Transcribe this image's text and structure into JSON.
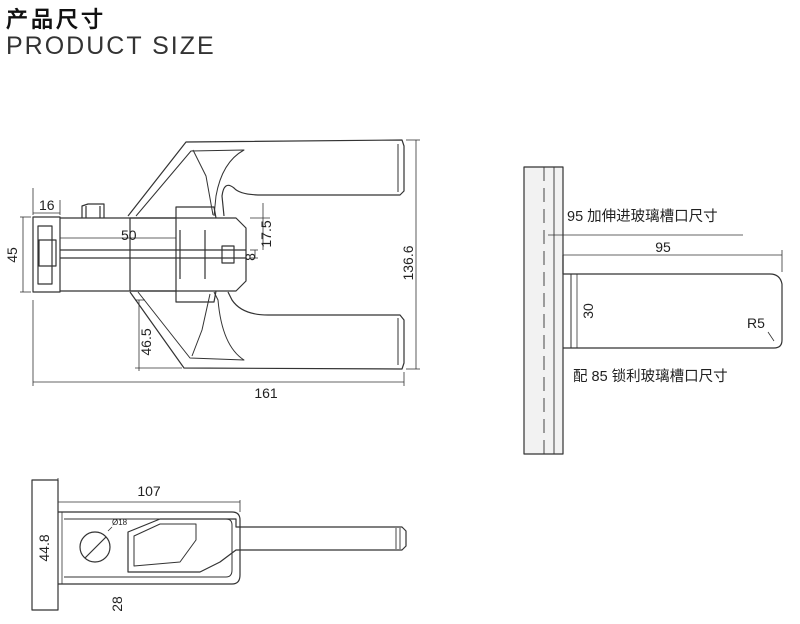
{
  "header": {
    "title_cn": "产品尺寸",
    "title_en": "PRODUCT SIZE"
  },
  "front_view": {
    "dim_16": "16",
    "dim_45": "45",
    "dim_50": "50",
    "dim_17_5": "17.5",
    "dim_8": "8",
    "dim_136_6": "136.6",
    "dim_46_5": "46.5",
    "dim_161": "161"
  },
  "handle_profile": {
    "note_top": "95 加伸进玻璃槽口尺寸",
    "dim_95": "95",
    "dim_30": "30",
    "dim_r5": "R5",
    "note_bottom": "配 85 锁利玻璃槽口尺寸"
  },
  "side_view": {
    "dim_107": "107",
    "dim_44_8": "44.8",
    "dim_28": "28",
    "dim_dia18": "Ø18"
  },
  "colors": {
    "line": "#333333",
    "glass": "#f2f2f2"
  }
}
